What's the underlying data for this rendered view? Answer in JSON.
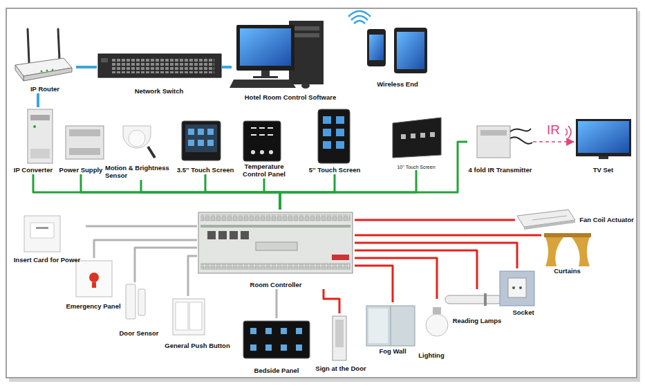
{
  "diagram": {
    "nodes": [
      {
        "text": [
          "IP Router"
        ]
      },
      {
        "text": [
          "Network Switch"
        ]
      },
      {
        "text": [
          "Hotel Room Control Software"
        ]
      },
      {
        "text": [
          "Wireless End"
        ]
      },
      {
        "text": [
          "IP Converter"
        ]
      },
      {
        "text": [
          "Power Supply"
        ]
      },
      {
        "text": [
          "Motion & Brightness Sensor"
        ]
      },
      {
        "text": [
          "3.5'' Touch Screen"
        ]
      },
      {
        "text": [
          "Temperature Control Panel"
        ]
      },
      {
        "text": [
          "5'' Touch Screen"
        ]
      },
      {
        "text": [
          "10'' Touch Screen"
        ]
      },
      {
        "text": [
          "4 fold IR Transmitter"
        ]
      },
      {
        "text": [
          "TV Set"
        ]
      },
      {
        "text": [
          "Insert Card for Power"
        ]
      },
      {
        "text": [
          "Room Controller"
        ]
      },
      {
        "text": [
          "Fan Coil Actuator"
        ]
      },
      {
        "text": [
          "Curtains"
        ]
      },
      {
        "text": [
          "Emergency Panel"
        ]
      },
      {
        "text": [
          "Door Sensor"
        ]
      },
      {
        "text": [
          "General Push Button"
        ]
      },
      {
        "text": [
          "Bedside Panel"
        ]
      },
      {
        "text": [
          "Sign at the Door"
        ]
      },
      {
        "text": [
          "Fog Wall"
        ]
      },
      {
        "text": [
          "Lighting"
        ]
      },
      {
        "text": [
          "Reading Lamps"
        ]
      },
      {
        "text": [
          "Socket"
        ]
      }
    ],
    "edges": [
      {
        "from": 0,
        "to": 1,
        "arrow": "none"
      },
      {
        "from": 1,
        "to": 2,
        "arrow": "none"
      },
      {
        "from": 0,
        "to": 4,
        "arrow": "none"
      },
      {
        "from": 4,
        "to": 14,
        "arrow": "none"
      },
      {
        "from": 5,
        "to": 14,
        "arrow": "none"
      },
      {
        "from": 6,
        "to": 14,
        "arrow": "none"
      },
      {
        "from": 7,
        "to": 14,
        "arrow": "none"
      },
      {
        "from": 8,
        "to": 14,
        "arrow": "none"
      },
      {
        "from": 9,
        "to": 14,
        "arrow": "none"
      },
      {
        "from": 10,
        "to": 14,
        "arrow": "none"
      },
      {
        "from": 11,
        "to": 14,
        "arrow": "none"
      },
      {
        "from": 11,
        "to": 12,
        "label": "IR",
        "arrow": "to"
      },
      {
        "from": 13,
        "to": 14,
        "arrow": "none"
      },
      {
        "from": 17,
        "to": 14,
        "arrow": "none"
      },
      {
        "from": 18,
        "to": 14,
        "arrow": "none"
      },
      {
        "from": 19,
        "to": 14,
        "arrow": "none"
      },
      {
        "from": 20,
        "to": 14,
        "arrow": "none"
      },
      {
        "from": 14,
        "to": 15,
        "arrow": "none"
      },
      {
        "from": 14,
        "to": 16,
        "arrow": "none"
      },
      {
        "from": 14,
        "to": 25,
        "arrow": "none"
      },
      {
        "from": 14,
        "to": 24,
        "arrow": "none"
      },
      {
        "from": 14,
        "to": 23,
        "arrow": "none"
      },
      {
        "from": 14,
        "to": 22,
        "arrow": "none"
      },
      {
        "from": 14,
        "to": 21,
        "arrow": "none"
      }
    ]
  }
}
